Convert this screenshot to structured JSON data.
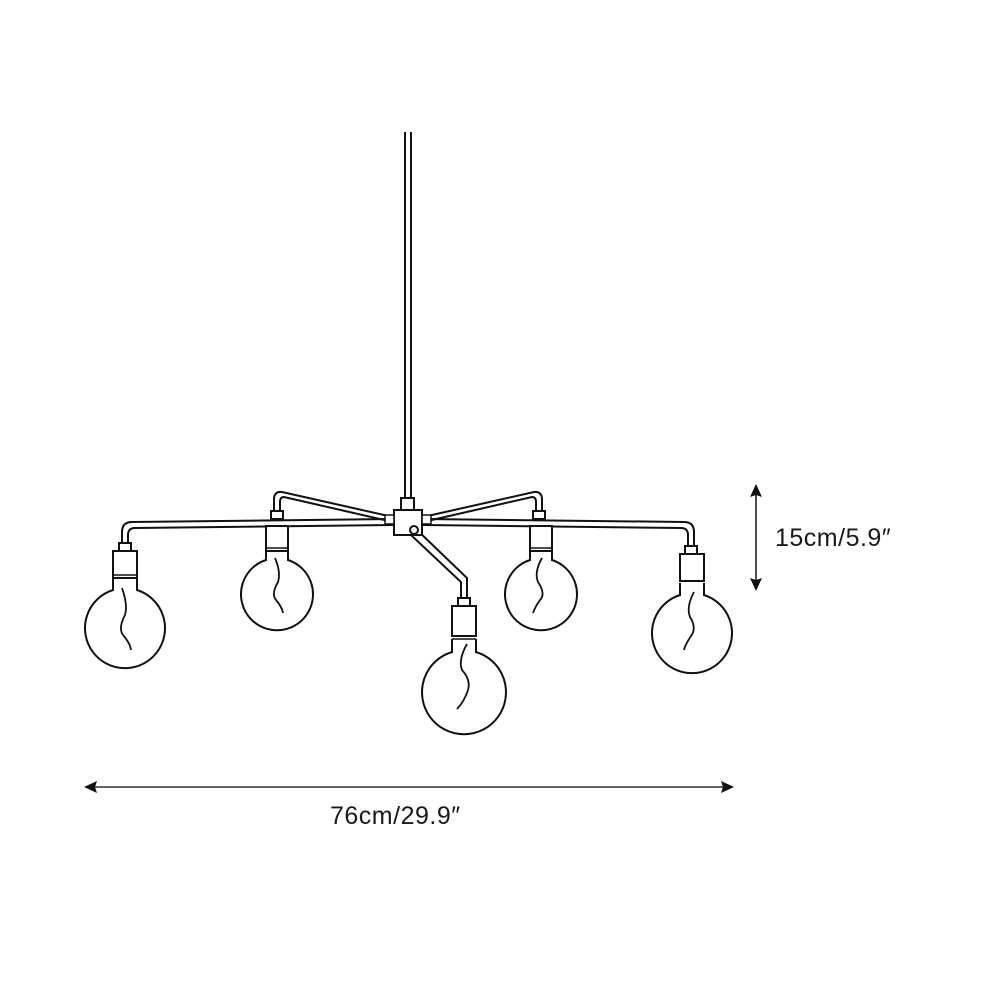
{
  "diagram": {
    "subject": "five-arm pendant chandelier with globe bulbs",
    "line_color": "#111111",
    "background": "#ffffff",
    "dimensions": {
      "width": {
        "label": "76cm/29.9″",
        "cm": 76,
        "inches": 29.9,
        "orientation": "horizontal"
      },
      "height": {
        "label": "15cm/5.9″",
        "cm": 15,
        "inches": 5.9,
        "orientation": "vertical"
      }
    },
    "parts": {
      "stem": "suspension rod",
      "hub": "central joint",
      "arms": [
        "left-long-arm",
        "left-rear-arm",
        "front-arm",
        "right-rear-arm",
        "right-long-arm"
      ],
      "bulbs": [
        "bulb-left-outer",
        "bulb-left-inner",
        "bulb-center",
        "bulb-right-inner",
        "bulb-right-outer"
      ]
    },
    "bulb_count": 5
  }
}
